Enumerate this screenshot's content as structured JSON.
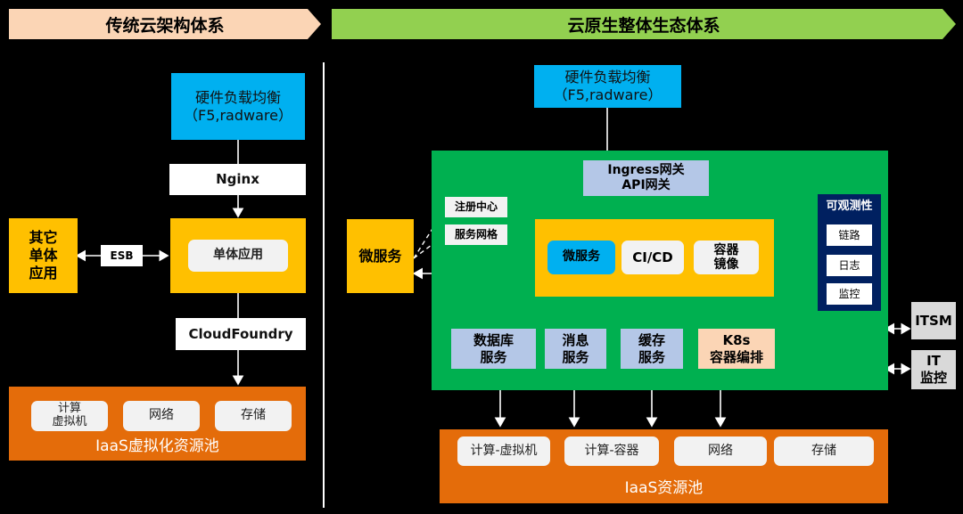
{
  "banners": {
    "left": "传统云架构体系",
    "right": "云原生整体生态体系"
  },
  "left": {
    "lb": {
      "line1": "硬件负载均衡",
      "line2": "（F5,radware）"
    },
    "nginx": "Nginx",
    "app_single": "单体应用",
    "esb": "ESB",
    "other": {
      "line1": "其它",
      "line2": "单体",
      "line3": "应用"
    },
    "cloudfoundry": "CloudFoundry",
    "pool": {
      "items": [
        "计算\n虚拟机",
        "网络",
        "存储"
      ],
      "label": "IaaS虚拟化资源池"
    }
  },
  "right": {
    "lb": {
      "line1": "硬件负载均衡",
      "line2": "（F5,radware）"
    },
    "ingress": {
      "line1": "Ingress网关",
      "line2": "API网关"
    },
    "registry": "注册中心",
    "mesh": "服务网格",
    "microservice_box": "微服务",
    "core": {
      "microservice": "微服务",
      "cicd": "CI/CD",
      "image": {
        "line1": "容器",
        "line2": "镜像"
      }
    },
    "observability": {
      "title": "可观测性",
      "items": [
        "链路",
        "日志",
        "监控"
      ]
    },
    "services": [
      {
        "line1": "数据库",
        "line2": "服务"
      },
      {
        "line1": "消息",
        "line2": "服务"
      },
      {
        "line1": "缓存",
        "line2": "服务"
      }
    ],
    "k8s": {
      "line1": "K8s",
      "line2": "容器编排"
    },
    "itsm": "ITSM",
    "it_monitor": {
      "line1": "IT",
      "line2": "监控"
    },
    "pool": {
      "items": [
        "计算-虚拟机",
        "计算-容器",
        "网络",
        "存储"
      ],
      "label": "IaaS资源池"
    }
  },
  "colors": {
    "blue": "#00b0f0",
    "gold": "#ffc000",
    "orange": "#e46c0a",
    "green": "#00b050",
    "navy": "#002060",
    "peach": "#fbd5b5",
    "lime": "#92d050"
  }
}
